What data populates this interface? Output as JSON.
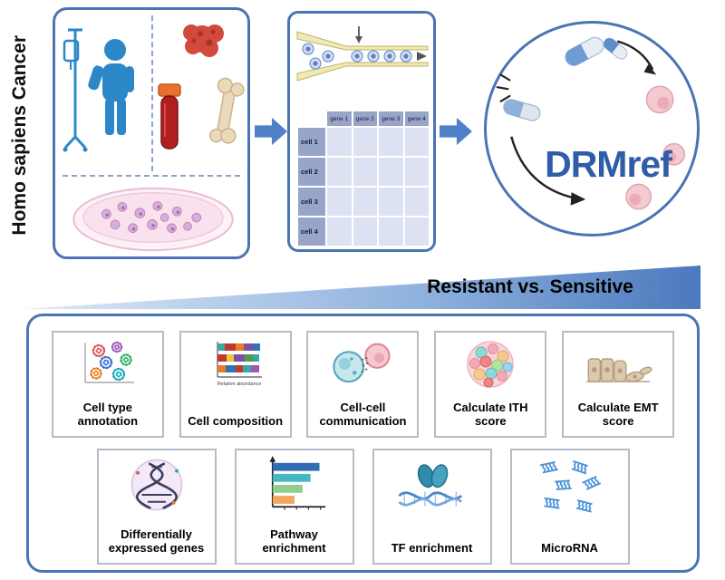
{
  "accent": {
    "border_blue": "#4a74b4",
    "arrow_blue": "#4f80c6",
    "drmref_blue": "#2f5da8"
  },
  "page": {
    "vertical_title": "Homo sapiens Cancer",
    "wedge_label": "Resistant vs. Sensitive"
  },
  "drmref": {
    "label": "DRMref"
  },
  "matrix": {
    "col_headers": [
      "gene 1",
      "gene 2",
      "gene 3",
      "gene 4"
    ],
    "row_headers": [
      "cell 1",
      "cell 2",
      "cell 3",
      "cell 4"
    ]
  },
  "composition_caption": "Relative abundance",
  "icons": {
    "pipeline": [
      "patient-iv-icon",
      "tumor-icon",
      "blood-tube-icon",
      "bone-icon",
      "petri-dish-icon",
      "microfluidic-sorting-icon",
      "capsule-icon",
      "cancer-cell-icon",
      "flow-arrow-icon"
    ]
  },
  "cards": {
    "row1": [
      {
        "label": "Cell type annotation",
        "icon": "umap-scatter-icon"
      },
      {
        "label": "Cell composition",
        "icon": "stacked-bar-icon"
      },
      {
        "label": "Cell-cell communication",
        "icon": "cell-communication-icon"
      },
      {
        "label": "Calculate ITH score",
        "icon": "tumor-heterogeneity-icon"
      },
      {
        "label": "Calculate EMT score",
        "icon": "emt-transition-icon"
      }
    ],
    "row2": [
      {
        "label": "Differentially expressed genes",
        "icon": "dna-helix-icon"
      },
      {
        "label": "Pathway enrichment",
        "icon": "enrichment-bars-icon"
      },
      {
        "label": "TF enrichment",
        "icon": "tf-binding-icon"
      },
      {
        "label": "MicroRNA",
        "icon": "microrna-icon"
      }
    ]
  }
}
